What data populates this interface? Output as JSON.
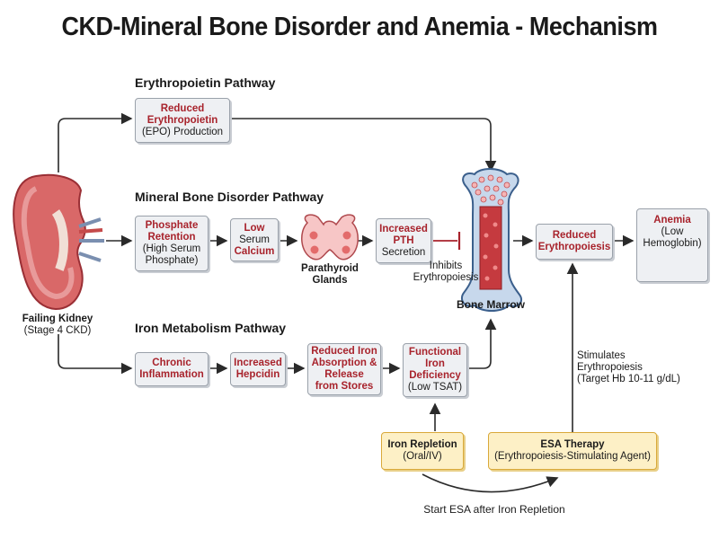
{
  "title": "CKD-Mineral Bone Disorder and Anemia - Mechanism",
  "sections": {
    "epo": "Erythropoietin Pathway",
    "mbd": "Mineral Bone Disorder Pathway",
    "iron": "Iron Metabolism Pathway"
  },
  "kidney": {
    "line1": "Failing Kidney",
    "line2": "(Stage 4 CKD)"
  },
  "epo_box": {
    "line1": "Reduced",
    "line2": "Erythropoietin",
    "line3": "(EPO) Production"
  },
  "phosphate": {
    "line1": "Phosphate",
    "line2": "Retention",
    "line3": "(High Serum",
    "line4": "Phosphate)"
  },
  "calcium": {
    "line1": "Low",
    "line2": "Serum",
    "line3": "Calcium"
  },
  "parathyroid": {
    "line1": "Parathyroid",
    "line2": "Glands"
  },
  "pth": {
    "line1": "Increased",
    "line2": "PTH",
    "line3": "Secretion"
  },
  "inhibits": {
    "line1": "Inhibits",
    "line2": "Erythropoiesis"
  },
  "bone_marrow": "Bone Marrow",
  "reduced_erythro": {
    "line1": "Reduced",
    "line2": "Erythropoiesis"
  },
  "anemia": {
    "line1": "Anemia",
    "line2": "(Low",
    "line3": "Hemoglobin)"
  },
  "inflammation": {
    "line1": "Chronic",
    "line2": "Inflammation"
  },
  "hepcidin": {
    "line1": "Increased",
    "line2": "Hepcidin"
  },
  "absorption": {
    "line1": "Reduced Iron",
    "line2": "Absorption &",
    "line3": "Release",
    "line4": "from Stores"
  },
  "functional_iron": {
    "line1": "Functional",
    "line2": "Iron",
    "line3": "Deficiency",
    "line4": "(Low TSAT)"
  },
  "stimulates": {
    "line1": "Stimulates",
    "line2": "Erythropoiesis",
    "line3": "(Target Hb 10-11 g/dL)"
  },
  "iron_repletion": {
    "line1": "Iron Repletion",
    "line2": "(Oral/IV)"
  },
  "esa": {
    "line1": "ESA Therapy",
    "line2": "(Erythropoiesis-Stimulating Agent)"
  },
  "start_esa": "Start ESA after Iron Repletion",
  "colors": {
    "accent_red": "#a8232c",
    "box_bg": "#eef0f3",
    "yellow_bg": "#fdf0c6",
    "yellow_border": "#d9a93a"
  }
}
